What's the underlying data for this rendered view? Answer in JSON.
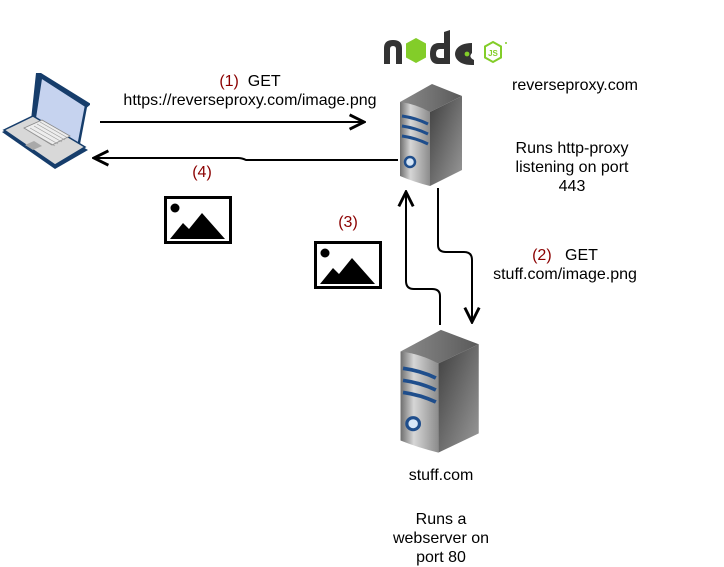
{
  "diagram": {
    "title": "Reverse proxy request flow",
    "logo": {
      "name": "node.js",
      "colors": {
        "dark": "#333333",
        "green": "#83cd29"
      }
    },
    "nodes": {
      "client": {
        "type": "laptop",
        "colors": {
          "screen": "#c6d3ef",
          "frame": "#163d6b",
          "body": "#d8d8d8"
        }
      },
      "reverseproxy": {
        "name": "reverseproxy.com",
        "description": [
          "Runs http-proxy",
          "listening on port",
          "443"
        ]
      },
      "webserver": {
        "name": "stuff.com",
        "description": [
          "Runs a",
          "webserver on",
          "port 80"
        ]
      }
    },
    "steps": [
      {
        "num": "(1)",
        "method": "GET",
        "target": "https://reverseproxy.com/image.png",
        "from": "client",
        "to": "reverseproxy"
      },
      {
        "num": "(2)",
        "method": "GET",
        "target": "stuff.com/image.png",
        "from": "reverseproxy",
        "to": "webserver"
      },
      {
        "num": "(3)",
        "method": "",
        "target": "",
        "payload": "image",
        "from": "webserver",
        "to": "reverseproxy"
      },
      {
        "num": "(4)",
        "method": "",
        "target": "",
        "payload": "image",
        "from": "reverseproxy",
        "to": "client"
      }
    ],
    "colors": {
      "step_number": "#8b0000",
      "server_stripe": "#1f4e8c",
      "arrow": "#000000"
    }
  }
}
